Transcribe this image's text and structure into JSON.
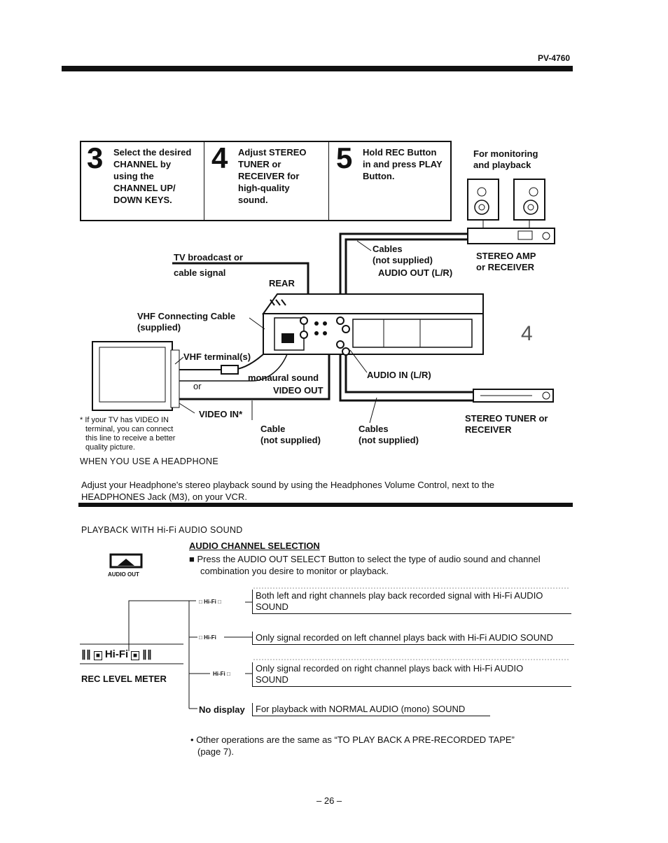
{
  "header": {
    "model": "PV-4760"
  },
  "steps": [
    {
      "num": "3",
      "lines": [
        "Select the desired",
        "CHANNEL by",
        "using the",
        "CHANNEL UP/",
        "DOWN KEYS."
      ]
    },
    {
      "num": "4",
      "lines": [
        "Adjust STEREO",
        "TUNER or",
        "RECEIVER for",
        "high-quality",
        "sound."
      ]
    },
    {
      "num": "5",
      "lines": [
        "Hold REC Button",
        "in and press PLAY",
        "Button."
      ]
    }
  ],
  "diagram": {
    "monitoring": [
      "For monitoring",
      "and playback"
    ],
    "tv_broadcast": "TV broadcast or",
    "cable_signal": "cable signal",
    "rear": "REAR",
    "vhf_cable": [
      "VHF Connecting Cable",
      "(supplied)"
    ],
    "vhf_terminal": "VHF terminal(s)",
    "or": "or",
    "monaural": "monaural sound",
    "video_out": "VIDEO OUT",
    "video_in": "VIDEO IN*",
    "cables_top": [
      "Cables",
      "(not supplied)"
    ],
    "audio_out": "AUDIO OUT (L/R)",
    "stereo_amp": [
      "STEREO AMP",
      "or RECEIVER"
    ],
    "audio_in": "AUDIO IN (L/R)",
    "stereo_tuner": [
      "STEREO TUNER or",
      "RECEIVER"
    ],
    "cable_bottom": [
      "Cable",
      "(not supplied)"
    ],
    "cables_bottom": [
      "Cables",
      "(not supplied)"
    ],
    "footnote": [
      "* If your TV has VIDEO IN",
      "terminal, you can connect",
      "this line to receive a better",
      "quality picture."
    ],
    "side_mark": "4"
  },
  "headphone": {
    "heading": "WHEN YOU USE A HEADPHONE",
    "text1": "Adjust your Headphone's stereo playback sound by using the Headphones Volume Control, next to the",
    "text2": "HEADPHONES Jack (M3), on your VCR."
  },
  "playback": {
    "heading": "PLAYBACK WITH Hi-Fi AUDIO SOUND",
    "subheading": "AUDIO CHANNEL SELECTION",
    "instruction1": "Press the AUDIO OUT SELECT Button to select the type of audio sound and channel",
    "instruction2": "combination you desire to monitor or playback.",
    "audio_out_icon": "AUDIO OUT",
    "meter_display": "Hi-Fi",
    "meter_label": "REC LEVEL METER",
    "hifi_small": "Hi-Fi",
    "no_display": "No display",
    "options": [
      {
        "lines": [
          "Both left and right channels play back recorded signal with Hi-Fi AUDIO",
          "SOUND"
        ]
      },
      {
        "lines": [
          "Only signal recorded on left channel plays back with Hi-Fi AUDIO SOUND"
        ]
      },
      {
        "lines": [
          "Only signal recorded on right channel plays back with Hi-Fi AUDIO",
          "SOUND"
        ]
      },
      {
        "lines": [
          "For playback with NORMAL AUDIO (mono) SOUND"
        ]
      }
    ],
    "other1": "Other operations are the same as “TO PLAY BACK A PRE-RECORDED TAPE”",
    "other2": "(page 7)."
  },
  "footer": {
    "page": "– 26 –"
  }
}
